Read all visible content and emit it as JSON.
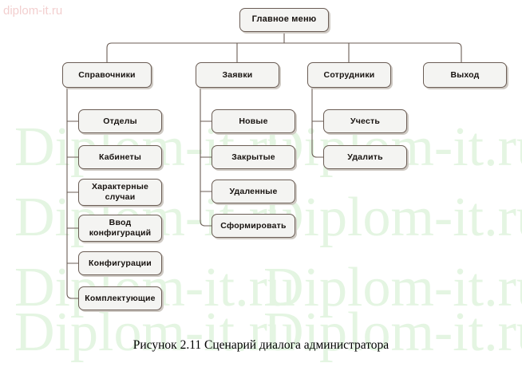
{
  "figure": {
    "caption": "Рисунок 2.11 Сценарий диалога администратора"
  },
  "watermarks": {
    "corner_text": "diplom-it.ru",
    "corner_color": "#f3cfcf",
    "tile_text": "Diplom-it.ru",
    "tile_color": "#e4f5e2"
  },
  "theme": {
    "node_fill": "#f4f4f2",
    "node_border": "#6b5d55",
    "node_shadow": "#cfcac4",
    "connector": "#6b5d55",
    "text": "#17120f",
    "background": "#ffffff"
  },
  "chart_data": {
    "type": "diagram",
    "title": "Сценарий диалога администратора",
    "diagram_kind": "menu-hierarchy-tree",
    "orientation": "top-down with left-aligned child trunks",
    "root": {
      "id": "main-menu",
      "label": "Главное меню",
      "children": [
        {
          "id": "spravochniki",
          "label": "Справочники",
          "children": [
            {
              "id": "otdely",
              "label": "Отделы"
            },
            {
              "id": "kabinety",
              "label": "Кабинеты"
            },
            {
              "id": "harakternye-sluchai",
              "label": "Характерные\nслучаи"
            },
            {
              "id": "vvod-konfiguracij",
              "label": "Ввод\nконфигураций"
            },
            {
              "id": "konfiguracii",
              "label": "Конфигурации"
            },
            {
              "id": "komplektuyushchie",
              "label": "Комплектующие"
            }
          ]
        },
        {
          "id": "zayavki",
          "label": "Заявки",
          "children": [
            {
              "id": "novye",
              "label": "Новые"
            },
            {
              "id": "zakrytye",
              "label": "Закрытые"
            },
            {
              "id": "udalennye",
              "label": "Удаленные"
            },
            {
              "id": "sformirovat",
              "label": "Сформировать"
            }
          ]
        },
        {
          "id": "sotrudniki",
          "label": "Сотрудники",
          "children": [
            {
              "id": "uchest",
              "label": "Учесть"
            },
            {
              "id": "udalit",
              "label": "Удалить"
            }
          ]
        },
        {
          "id": "vyhod",
          "label": "Выход",
          "children": []
        }
      ]
    },
    "node_count": 17,
    "depth": 3
  },
  "nodes": {
    "main_menu": "Главное меню",
    "spravochniki": "Справочники",
    "zayavki": "Заявки",
    "sotrudniki": "Сотрудники",
    "vyhod": "Выход",
    "otdely": "Отделы",
    "kabinety": "Кабинеты",
    "harakternye_sluchai": "Характерные\nслучаи",
    "vvod_konfiguracij": "Ввод\nконфигураций",
    "konfiguracii": "Конфигурации",
    "komplektuyushchie": "Комплектующие",
    "novye": "Новые",
    "zakrytye": "Закрытые",
    "udalennye": "Удаленные",
    "sformirovat": "Сформировать",
    "uchest": "Учесть",
    "udalit": "Удалить"
  }
}
